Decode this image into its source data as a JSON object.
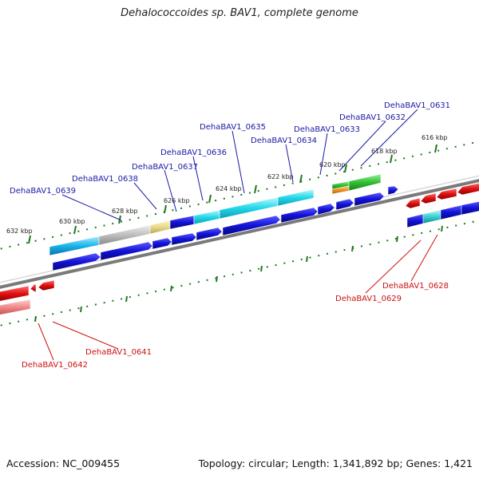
{
  "title": "Dehalococcoides sp. BAV1, complete genome",
  "footer": {
    "accession": "Accession: NC_009455",
    "summary": "Topology: circular; Length: 1,341,892 bp; Genes: 1,421"
  },
  "scale_labels": [
    "632 kbp",
    "630 kbp",
    "628 kbp",
    "626 kbp",
    "624 kbp",
    "622 kbp",
    "620 kbp",
    "618 kbp",
    "616 kbp"
  ],
  "forward_genes": [
    "DehaBAV1_0631",
    "DehaBAV1_0632",
    "DehaBAV1_0633",
    "DehaBAV1_0634",
    "DehaBAV1_0635",
    "DehaBAV1_0636",
    "DehaBAV1_0637",
    "DehaBAV1_0638",
    "DehaBAV1_0639"
  ],
  "reverse_genes": [
    "DehaBAV1_0628",
    "DehaBAV1_0629",
    "DehaBAV1_0641",
    "DehaBAV1_0642"
  ],
  "colors": {
    "forward_label": "#1a1aa6",
    "reverse_label": "#cc1111",
    "forward_gene": "#1010d8",
    "reverse_gene": "#e01010",
    "axis": "#7a7a7a",
    "ticks": "#1f7a1f"
  }
}
